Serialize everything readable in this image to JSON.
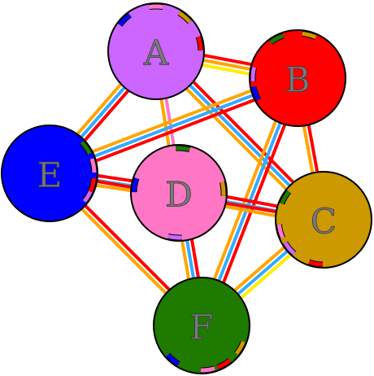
{
  "nodes": [
    {
      "id": "A",
      "label": "A",
      "color": "#cc66ff"
    },
    {
      "id": "B",
      "label": "B",
      "color": "#ff0000"
    },
    {
      "id": "C",
      "label": "C",
      "color": "#cc9900"
    },
    {
      "id": "D",
      "label": "D",
      "color": "#ff77c4"
    },
    {
      "id": "E",
      "label": "E",
      "color": "#0000ff"
    },
    {
      "id": "F",
      "label": "F",
      "color": "#1f7a00"
    }
  ],
  "edges": [
    {
      "from": "A",
      "to": "B",
      "colors": [
        "#ff0000",
        "#ffa500",
        "#ffee00"
      ]
    },
    {
      "from": "A",
      "to": "D",
      "colors": [
        "#ff77c4",
        "#ffa500"
      ]
    },
    {
      "from": "A",
      "to": "C",
      "colors": [
        "#ff0000",
        "#33aaff",
        "#ffa500"
      ]
    },
    {
      "from": "A",
      "to": "E",
      "colors": [
        "#ff0000",
        "#33aaff",
        "#ffa500"
      ]
    },
    {
      "from": "B",
      "to": "E",
      "colors": [
        "#ff0000",
        "#33aaff",
        "#ffa500"
      ]
    },
    {
      "from": "B",
      "to": "C",
      "colors": [
        "#ff0000",
        "#ffa500"
      ]
    },
    {
      "from": "B",
      "to": "F",
      "colors": [
        "#ff0000",
        "#33aaff",
        "#ffa500"
      ]
    },
    {
      "from": "E",
      "to": "D",
      "colors": [
        "#ff0000",
        "#33aaff",
        "#ffa500"
      ]
    },
    {
      "from": "E",
      "to": "F",
      "colors": [
        "#ff0000",
        "#ffa500"
      ]
    },
    {
      "from": "D",
      "to": "F",
      "colors": [
        "#ff0000",
        "#33aaff",
        "#ffa500"
      ]
    },
    {
      "from": "D",
      "to": "C",
      "colors": [
        "#ff0000",
        "#33aaff",
        "#ffa500"
      ]
    },
    {
      "from": "C",
      "to": "F",
      "colors": [
        "#ffee00",
        "#33aaff",
        "#ffa500"
      ]
    },
    {
      "from": "E",
      "to": "C",
      "colors": [
        "#ff0000"
      ]
    }
  ],
  "ports": [
    {
      "node": "A",
      "angle": 10,
      "color": "#ff0000"
    },
    {
      "node": "A",
      "angle": 50,
      "color": "#cc9900"
    },
    {
      "node": "A",
      "angle": 90,
      "color": "#ff77c4"
    },
    {
      "node": "A",
      "angle": 135,
      "color": "#0000ff"
    },
    {
      "node": "B",
      "angle": 175,
      "color": "#cc66ff"
    },
    {
      "node": "B",
      "angle": 200,
      "color": "#0000ff"
    },
    {
      "node": "B",
      "angle": 118,
      "color": "#1f7a00"
    },
    {
      "node": "B",
      "angle": 75,
      "color": "#cc9900"
    },
    {
      "node": "C",
      "angle": 260,
      "color": "#ff0000"
    },
    {
      "node": "C",
      "angle": 220,
      "color": "#cc66ff"
    },
    {
      "node": "C",
      "angle": 195,
      "color": "#ff77c4"
    },
    {
      "node": "C",
      "angle": 150,
      "color": "#1f7a00"
    },
    {
      "node": "D",
      "angle": 265,
      "color": "#cc66ff"
    },
    {
      "node": "D",
      "angle": 170,
      "color": "#0000ff"
    },
    {
      "node": "D",
      "angle": 5,
      "color": "#cc9900"
    },
    {
      "node": "D",
      "angle": 85,
      "color": "#1f7a00"
    },
    {
      "node": "E",
      "angle": 330,
      "color": "#cc66ff"
    },
    {
      "node": "E",
      "angle": 345,
      "color": "#ff0000"
    },
    {
      "node": "E",
      "angle": 10,
      "color": "#ff77c4"
    },
    {
      "node": "E",
      "angle": 35,
      "color": "#1f7a00"
    },
    {
      "node": "F",
      "angle": 230,
      "color": "#0000ff"
    },
    {
      "node": "F",
      "angle": 278,
      "color": "#ff77c4"
    },
    {
      "node": "F",
      "angle": 300,
      "color": "#ff0000"
    },
    {
      "node": "F",
      "angle": 330,
      "color": "#cc9900"
    }
  ]
}
